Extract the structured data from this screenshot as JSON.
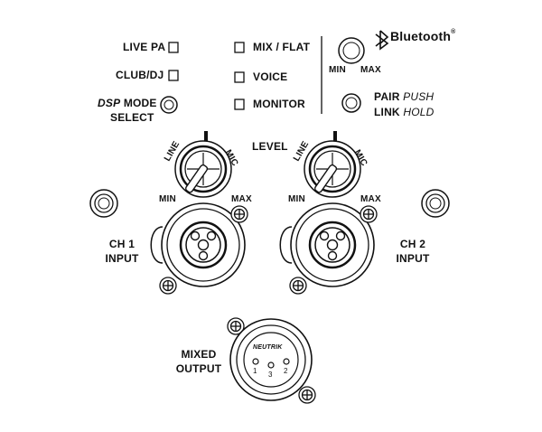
{
  "dsp": {
    "modes": [
      {
        "label": "LIVE PA"
      },
      {
        "label": "CLUB/DJ"
      }
    ],
    "select_label_italic": "DSP",
    "select_label_rest": "MODE",
    "select_label_line2": "SELECT"
  },
  "eq_modes": [
    {
      "label": "MIX / FLAT"
    },
    {
      "label": "VOICE"
    },
    {
      "label": "MONITOR"
    }
  ],
  "bluetooth": {
    "brand": "Bluetooth",
    "trademark": "®",
    "knob_min": "MIN",
    "knob_max": "MAX",
    "pair": "PAIR",
    "pair_action": "PUSH",
    "link": "LINK",
    "link_action": "HOLD"
  },
  "channels": [
    {
      "label_line1": "CH 1",
      "label_line2": "INPUT",
      "knob_line": "LINE",
      "knob_mic": "MIC",
      "knob_min": "MIN",
      "knob_max": "MAX"
    },
    {
      "label_line1": "CH 2",
      "label_line2": "INPUT",
      "knob_line": "LINE",
      "knob_mic": "MIC",
      "knob_min": "MIN",
      "knob_max": "MAX"
    }
  ],
  "level_label": "LEVEL",
  "output": {
    "label_line1": "MIXED",
    "label_line2": "OUTPUT",
    "brand": "NEUTRIK",
    "pins": [
      "1",
      "3",
      "2"
    ]
  },
  "colors": {
    "ink": "#111111",
    "background": "#ffffff"
  }
}
